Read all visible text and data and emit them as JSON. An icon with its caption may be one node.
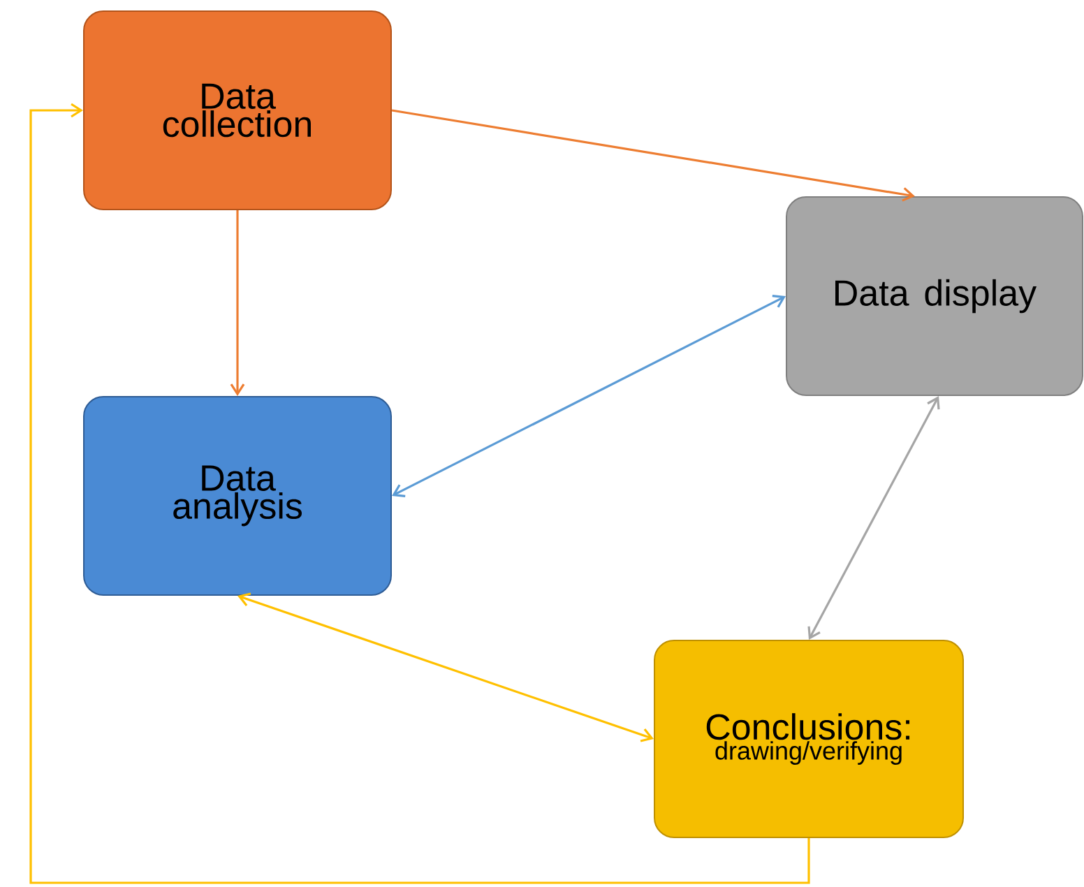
{
  "diagram": {
    "nodes": [
      {
        "text": [
          "Data collection"
        ]
      },
      {
        "text": [
          "Data display"
        ]
      },
      {
        "text": [
          "Data analysis"
        ]
      },
      {
        "text": [
          "Conclusions:",
          "drawing/verifying"
        ]
      }
    ],
    "edges": [
      {
        "from": 0,
        "to": 1,
        "arrow": "to",
        "color": "#ed7d31"
      },
      {
        "from": 0,
        "to": 2,
        "arrow": "to",
        "color": "#ed7d31"
      },
      {
        "from": 2,
        "to": 1,
        "arrow": "both",
        "color": "#5b9bd5"
      },
      {
        "from": 1,
        "to": 3,
        "arrow": "both",
        "color": "#a5a5a5"
      },
      {
        "from": 2,
        "to": 3,
        "arrow": "both",
        "color": "#ffc000"
      },
      {
        "from": 3,
        "to": 0,
        "arrow": "to",
        "color": "#ffc000"
      }
    ]
  }
}
